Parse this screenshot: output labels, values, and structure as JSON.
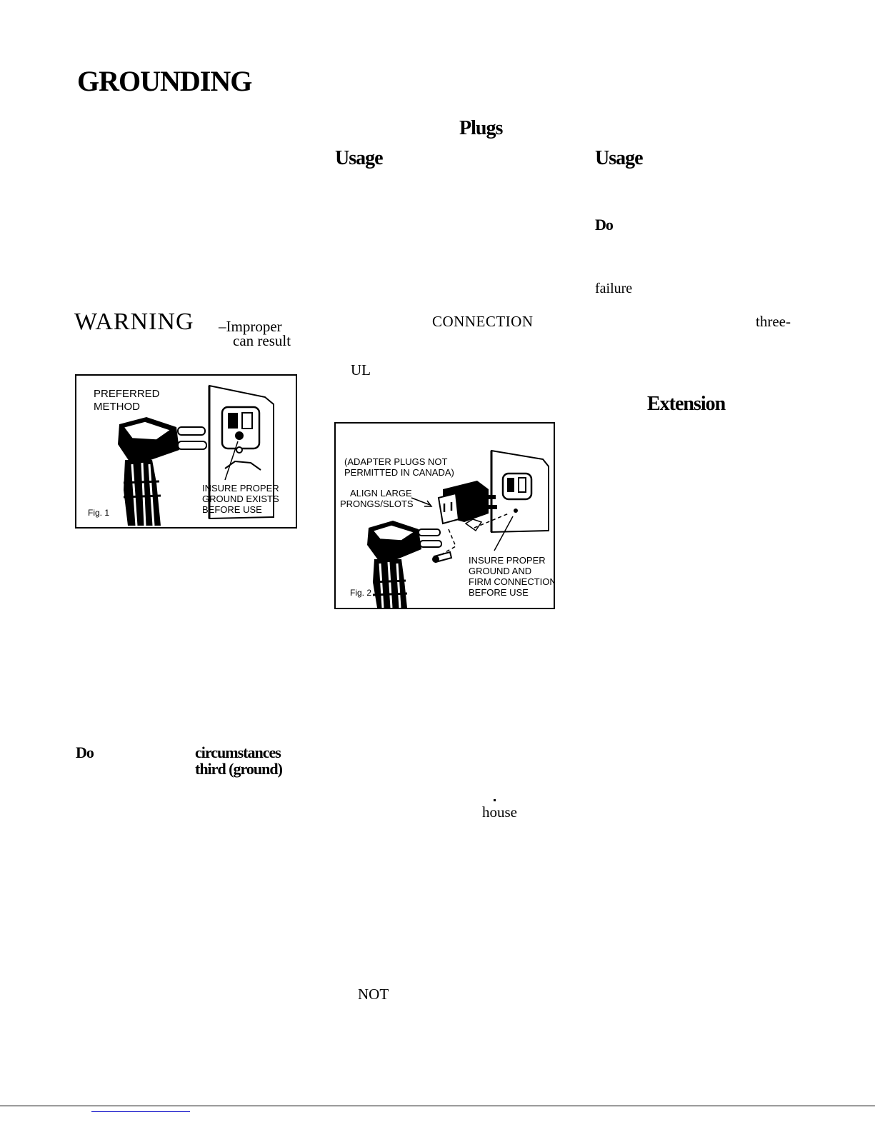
{
  "page": {
    "title": "GROUNDING",
    "headings": {
      "plugs": "Plugs",
      "usage_left": "Usage",
      "usage_right": "Usage",
      "extension": "Extension"
    },
    "fragments": {
      "do_right": "Do",
      "failure": "failure",
      "warning": "WARNING",
      "improper": "–Improper",
      "connection": "CONNECTION",
      "three": "three-",
      "can_result": "can result",
      "ul": "UL",
      "do_left": "Do",
      "circumstances": "circumstances",
      "third_ground": "third (ground)",
      "house": "house",
      "not": "NOT"
    },
    "fig1": {
      "label_method": [
        "PREFERRED",
        "METHOD"
      ],
      "label_note": [
        "INSURE PROPER",
        "GROUND EXISTS",
        "BEFORE USE"
      ],
      "caption": "Fig. 1"
    },
    "fig2": {
      "label_canada": [
        "(ADAPTER PLUGS NOT",
        "PERMITTED IN CANADA)"
      ],
      "label_align": [
        "ALIGN LARGE",
        "PRONGS/SLOTS"
      ],
      "label_note": [
        "INSURE PROPER",
        "GROUND AND",
        "FIRM CONNECTION",
        "BEFORE USE"
      ],
      "caption": "Fig. 2"
    }
  }
}
